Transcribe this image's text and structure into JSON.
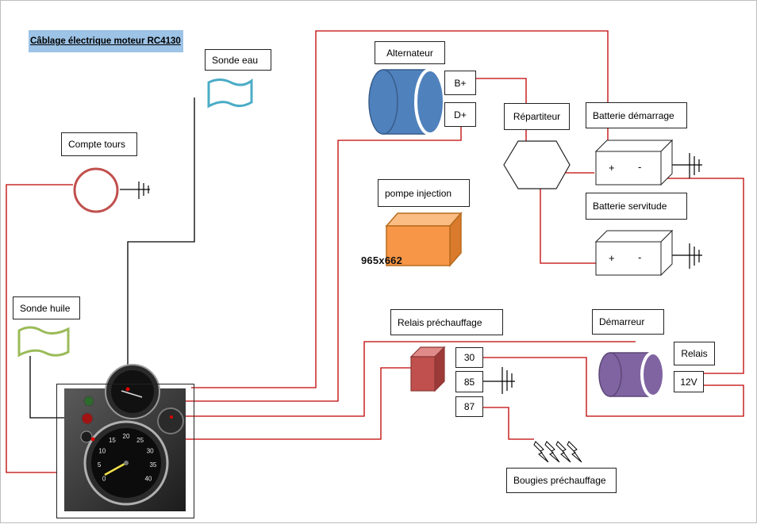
{
  "title": "Câblage électrique moteur RC4130",
  "labels": {
    "sonde_eau": "Sonde eau",
    "compte_tours": "Compte tours",
    "sonde_huile": "Sonde huile",
    "alternateur": "Alternateur",
    "b_plus": "B+",
    "d_plus": "D+",
    "repartiteur": "Répartiteur",
    "batterie_demarrage": "Batterie démarrage",
    "batterie_servitude": "Batterie servitude",
    "pompe_injection": "pompe injection",
    "relais_prechauffage": "Relais préchauffage",
    "demarreur": "Démarreur",
    "relais": "Relais",
    "v12": "12V",
    "t30": "30",
    "t85": "85",
    "t87": "87",
    "bougies": "Bougies préchauffage"
  },
  "battery_terminals": {
    "plus": "+",
    "minus": "-"
  },
  "watermark": "965x662",
  "gauge_ticks": [
    "0",
    "5",
    "10",
    "15",
    "20",
    "25",
    "30",
    "35",
    "40"
  ],
  "colors": {
    "wire_red": "#c00000",
    "wire_black": "#000000",
    "alternator_blue": "#4f81bd",
    "pump_orange": "#f79646",
    "relay_red": "#c0504d",
    "starter_purple": "#8064a2",
    "sonde_eau_teal": "#4bacc6",
    "sonde_huile_green": "#9bbb59",
    "compte_tours_ring": "#c0504d",
    "title_fill": "#9dc3e6"
  },
  "icons": [
    "ground-symbol",
    "glow-plug-icon",
    "sensor-flag-icon",
    "cylinder-icon",
    "cube-icon",
    "hexagon-icon"
  ]
}
